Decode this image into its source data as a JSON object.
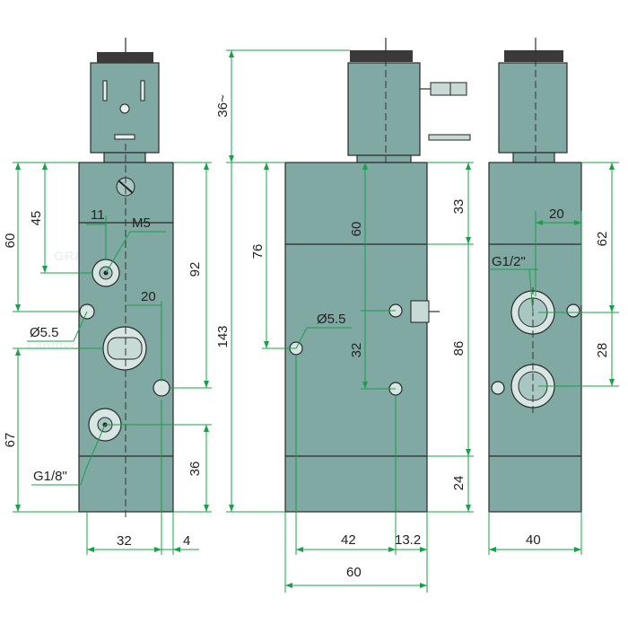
{
  "watermark": {
    "line1": "GRANIT",
    "line2": "Landtechnik"
  },
  "dimensions": {
    "left_top_60": "60",
    "left_45": "45",
    "left_11": "11",
    "left_m5": "M5",
    "left_92": "92",
    "left_20": "20",
    "left_d55": "Ø5.5",
    "left_67": "67",
    "left_36": "36",
    "left_g18": "G1/8\"",
    "left_32": "32",
    "left_4": "4",
    "mid_36": "36~",
    "mid_76": "76",
    "mid_60v": "60",
    "mid_33": "33",
    "mid_143": "143",
    "mid_d55": "Ø5.5",
    "mid_32": "32",
    "mid_86": "86",
    "mid_24": "24",
    "mid_42": "42",
    "mid_13_2": "13.2",
    "mid_60h": "60",
    "right_20": "20",
    "right_62": "62",
    "right_g12": "G1/2\"",
    "right_28": "28",
    "right_40": "40"
  }
}
